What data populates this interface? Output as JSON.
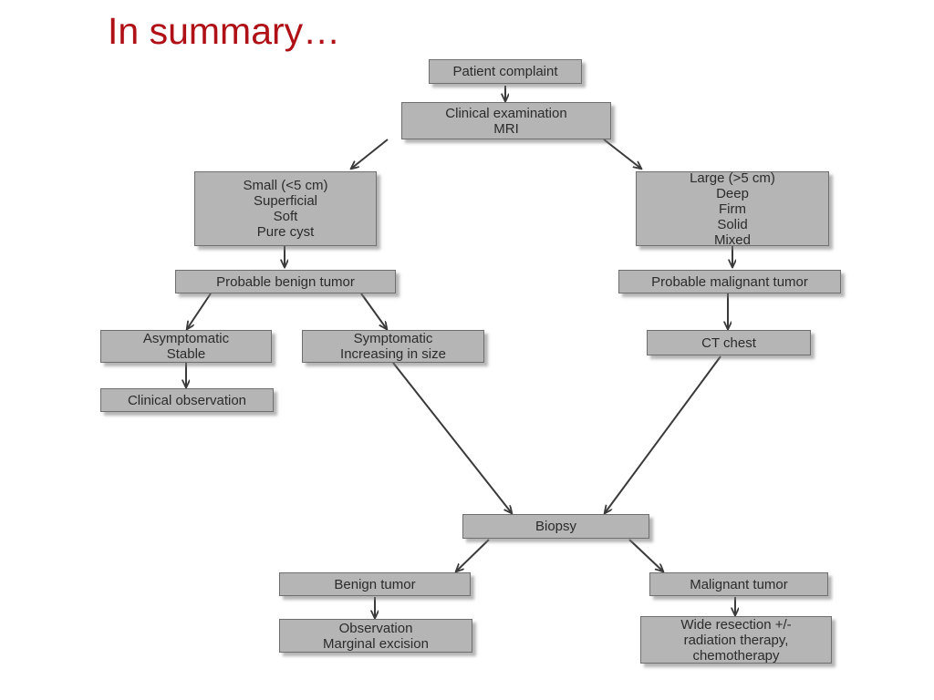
{
  "slide": {
    "title": "In summary…",
    "title_color": "#b01116",
    "background": "#ffffff"
  },
  "diagram": {
    "type": "flowchart",
    "node_fill": "#b5b5b5",
    "node_border": "#6e6e6e",
    "node_text_color": "#2b2b2b",
    "arrow_color": "#3a3a3a",
    "nodes": [
      {
        "id": "patient-complaint",
        "label": "Patient complaint"
      },
      {
        "id": "clinical-exam-mri",
        "label": "Clinical examination\nMRI"
      },
      {
        "id": "small-features",
        "label": "Small (<5 cm)\nSuperficial\nSoft\nPure cyst"
      },
      {
        "id": "large-features",
        "label": "Large (>5 cm)\nDeep\nFirm\nSolid\nMixed"
      },
      {
        "id": "probable-benign",
        "label": "Probable benign tumor"
      },
      {
        "id": "probable-malignant",
        "label": "Probable malignant tumor"
      },
      {
        "id": "asymptomatic-stable",
        "label": "Asymptomatic\nStable"
      },
      {
        "id": "symptomatic",
        "label": "Symptomatic\nIncreasing in size"
      },
      {
        "id": "ct-chest",
        "label": "CT chest"
      },
      {
        "id": "clinical-observation",
        "label": "Clinical observation"
      },
      {
        "id": "biopsy",
        "label": "Biopsy"
      },
      {
        "id": "benign-tumor",
        "label": "Benign tumor"
      },
      {
        "id": "malignant-tumor",
        "label": "Malignant tumor"
      },
      {
        "id": "observation-marginal",
        "label": "Observation\nMarginal excision"
      },
      {
        "id": "wide-resection",
        "label": "Wide resection +/-\nradiation therapy,\nchemotherapy"
      }
    ],
    "edges": [
      {
        "from": "patient-complaint",
        "to": "clinical-exam-mri"
      },
      {
        "from": "clinical-exam-mri",
        "to": "small-features"
      },
      {
        "from": "clinical-exam-mri",
        "to": "large-features"
      },
      {
        "from": "small-features",
        "to": "probable-benign"
      },
      {
        "from": "large-features",
        "to": "probable-malignant"
      },
      {
        "from": "probable-benign",
        "to": "asymptomatic-stable"
      },
      {
        "from": "probable-benign",
        "to": "symptomatic"
      },
      {
        "from": "probable-malignant",
        "to": "ct-chest"
      },
      {
        "from": "asymptomatic-stable",
        "to": "clinical-observation"
      },
      {
        "from": "symptomatic",
        "to": "biopsy"
      },
      {
        "from": "ct-chest",
        "to": "biopsy"
      },
      {
        "from": "biopsy",
        "to": "benign-tumor"
      },
      {
        "from": "biopsy",
        "to": "malignant-tumor"
      },
      {
        "from": "benign-tumor",
        "to": "observation-marginal"
      },
      {
        "from": "malignant-tumor",
        "to": "wide-resection"
      }
    ]
  }
}
